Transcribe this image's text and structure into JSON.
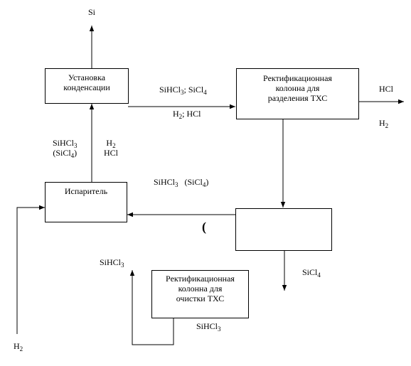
{
  "blocks": {
    "condenser": {
      "lines": [
        "Установка",
        "конденсации"
      ]
    },
    "rect_separation": {
      "lines": [
        "Ректификационная",
        "колонна для",
        "разделения ТХС"
      ]
    },
    "evaporator": {
      "lines": [
        "Испаритель"
      ]
    },
    "unlabeled_unit": {
      "lines": []
    },
    "rect_purification": {
      "lines": [
        "Ректификационная",
        "колонна для",
        "очистки ТХС"
      ]
    }
  },
  "streams": {
    "si_out": "Si",
    "cond_to_rect_top": {
      "a": "SiHCl",
      "a_sub": "3",
      "sep": "; ",
      "b": "SiCl",
      "b_sub": "4"
    },
    "cond_to_rect_bottom": {
      "a": "H",
      "a_sub": "2",
      "rest": "; HCl"
    },
    "rect_hcl_out": "HCl",
    "rect_h2_out": {
      "a": "H",
      "a_sub": "2"
    },
    "evap_to_cond_left": {
      "l1": "SiHCl",
      "l1_sub": "3",
      "l2": "(SiCl",
      "l2_sub": "4",
      "l2_end": ")"
    },
    "evap_to_cond_right": {
      "l1": "H",
      "l1_sub": "2",
      "l2": "HCl"
    },
    "recycle": {
      "a": "SiHCl",
      "a_sub": "3",
      "mid": "   (SiCl",
      "b_sub": "4",
      "end": ")"
    },
    "paren_mark": "(",
    "h2_in": {
      "a": "H",
      "a_sub": "2"
    },
    "sicl4_out": {
      "a": "SiCl",
      "a_sub": "4"
    },
    "purif_product": {
      "a": "SiHCl",
      "a_sub": "3"
    },
    "purif_feed": {
      "a": "SiHCl",
      "a_sub": "3"
    }
  }
}
